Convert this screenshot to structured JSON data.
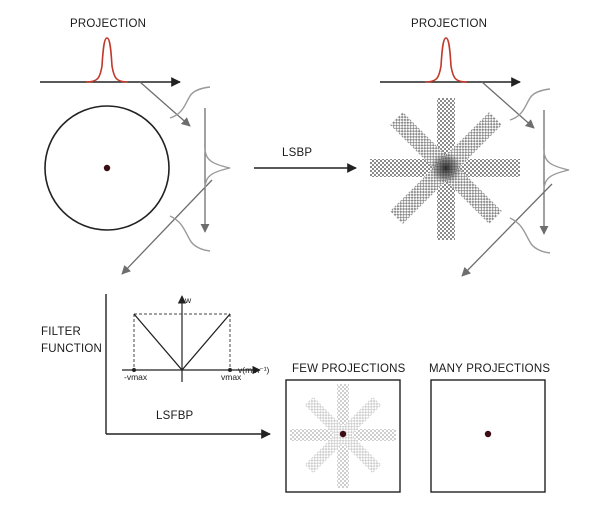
{
  "diagram": {
    "top_left_label": "PROJECTION",
    "top_right_label": "PROJECTION",
    "arrow_label_lsbp": "LSBP",
    "filter_label_line1": "FILTER",
    "filter_label_line2": "FUNCTION",
    "arrow_label_lsfbp": "LSFBP",
    "few_label": "FEW PROJECTIONS",
    "many_label": "MANY PROJECTIONS",
    "filter_plot": {
      "y_axis_label": "w",
      "x_axis_label": "v(mm⁻¹)",
      "neg_vmax_label": "-vmax",
      "pos_vmax_label": "vmax"
    }
  },
  "colors": {
    "line": "#222222",
    "arrow_gray": "#6e6e6e",
    "profile_red": "#c0392b",
    "dot": "#3a0d12",
    "hatch": "#9a9a9a"
  }
}
